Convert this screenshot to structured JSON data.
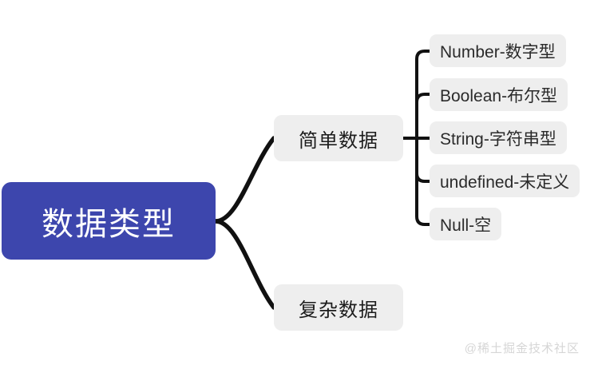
{
  "diagram": {
    "type": "mindmap",
    "title": "数据类型",
    "root": {
      "label": "数据类型",
      "color": "#3d46ad",
      "text_color": "#ffffff"
    },
    "branches": [
      {
        "id": "simple",
        "label": "简单数据",
        "color": "#eeeeee",
        "children": [
          {
            "label": "Number-数字型"
          },
          {
            "label": "Boolean-布尔型"
          },
          {
            "label": "String-字符串型"
          },
          {
            "label": "undefined-未定义"
          },
          {
            "label": "Null-空"
          }
        ]
      },
      {
        "id": "complex",
        "label": "复杂数据",
        "color": "#eeeeee",
        "children": []
      }
    ],
    "connector_color": "#111111"
  },
  "watermark": {
    "text": "@稀土掘金技术社区"
  }
}
